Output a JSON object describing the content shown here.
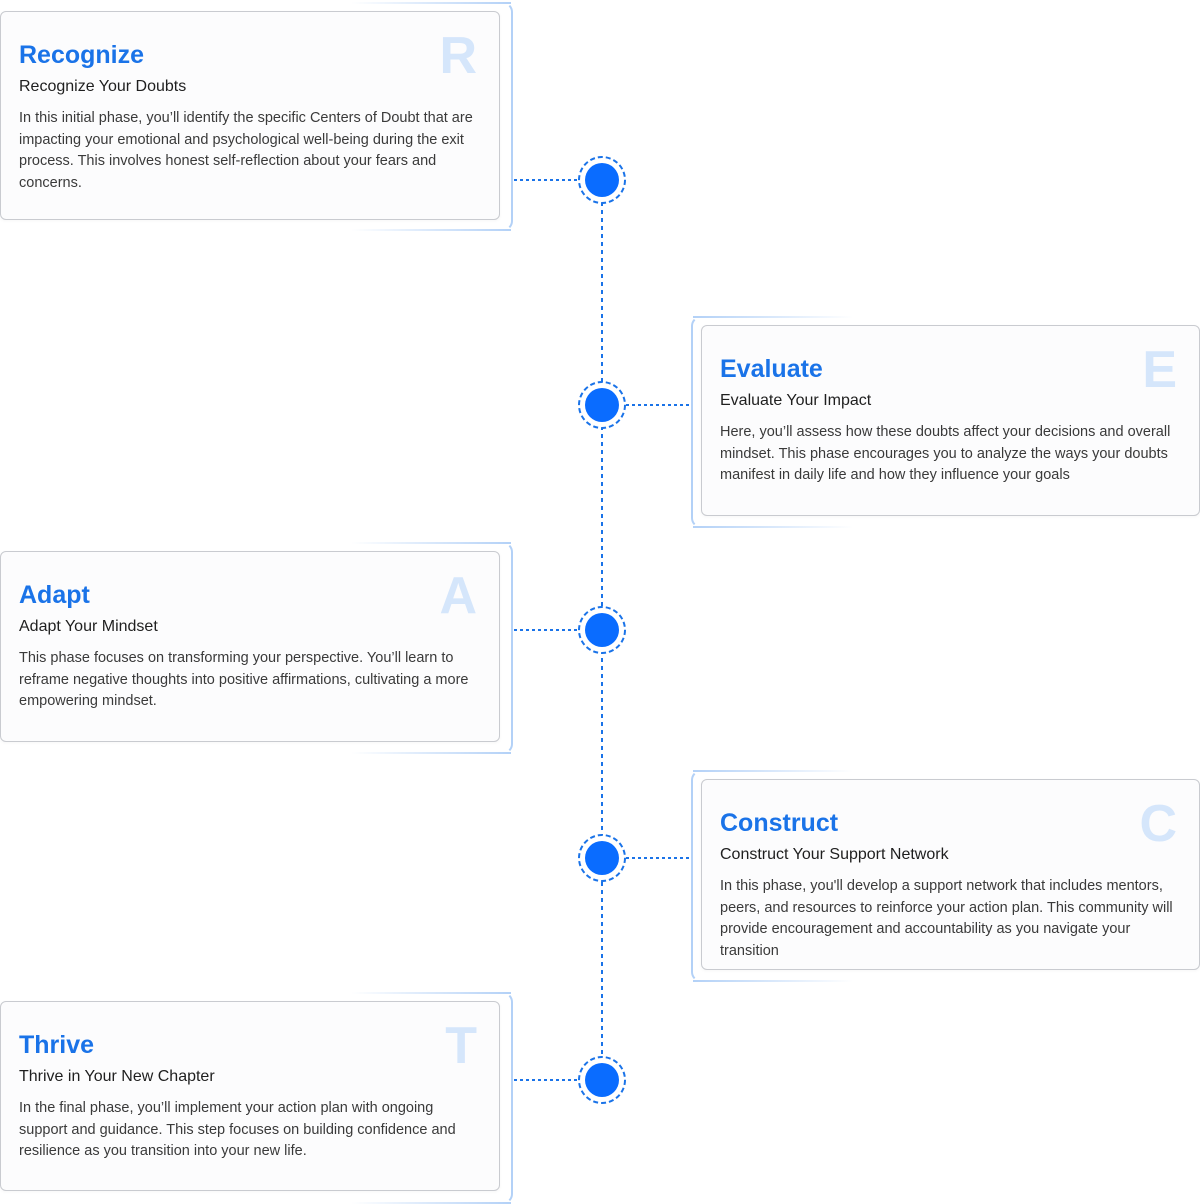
{
  "colors": {
    "accent": "#1a73e8",
    "node": "#0a6cff",
    "frame": "#b3d1f7",
    "watermark": "#d5e6fb"
  },
  "phases": [
    {
      "letter": "R",
      "title": "Recognize",
      "subtitle": "Recognize Your Doubts",
      "description": "In this initial phase, you’ll identify the specific Centers of Doubt that are impacting your emotional and psychological well-being during the exit process. This involves honest self-reflection about your fears and concerns."
    },
    {
      "letter": "E",
      "title": "Evaluate",
      "subtitle": "Evaluate Your Impact",
      "description": "Here, you’ll assess how these doubts affect your decisions and overall mindset. This phase encourages you to analyze the ways your doubts manifest in daily life and how they influence your goals"
    },
    {
      "letter": "A",
      "title": "Adapt",
      "subtitle": "Adapt Your Mindset",
      "description": "This phase focuses on transforming your perspective. You’ll learn to reframe negative thoughts into positive affirmations, cultivating a more empowering mindset."
    },
    {
      "letter": "C",
      "title": "Construct",
      "subtitle": "Construct Your Support Network",
      "description": "In this phase, you'll develop a support network that includes mentors, peers, and resources to reinforce your action plan. This community will provide encouragement and accountability as you navigate your transition"
    },
    {
      "letter": "T",
      "title": "Thrive",
      "subtitle": "Thrive in Your New Chapter",
      "description": "In the final phase, you’ll implement your action plan with ongoing support and guidance. This step focuses on building confidence and resilience as you transition into your new life."
    }
  ]
}
